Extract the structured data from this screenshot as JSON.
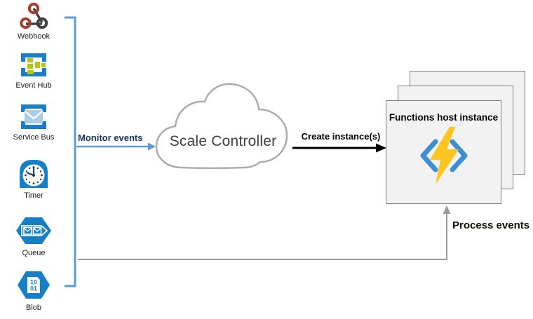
{
  "sources": [
    {
      "label": "Webhook"
    },
    {
      "label": "Event Hub"
    },
    {
      "label": "Service Bus"
    },
    {
      "label": "Timer"
    },
    {
      "label": "Queue"
    },
    {
      "label": "Blob"
    }
  ],
  "blob_icon": {
    "line1": "10",
    "line2": "01"
  },
  "controller": {
    "label": "Scale Controller"
  },
  "host": {
    "title": "Functions host instance"
  },
  "edges": {
    "monitor_label": "Monitor events",
    "create_label": "Create instance(s)",
    "process_label": "Process events"
  },
  "colors": {
    "bracket_blue": "#5B9BD5",
    "monitor_text": "#17365D",
    "line_gray": "#9A9A9A",
    "cloud_stroke": "#ACACAC",
    "cloud_text": "#3F3F3F",
    "box_fill": "#F2F2F2",
    "box_border": "#7F7F7F",
    "azure_blue": "#1580C6",
    "hub_green": "#AFCA0B",
    "webhook_red": "#A33E33",
    "webhook_gray": "#404040",
    "envelope_blue": "#A8CCE9",
    "clock_navy": "#1F3B63",
    "bolt_yellow": "#FFC51F",
    "fx_blue": "#3D8FD1"
  }
}
